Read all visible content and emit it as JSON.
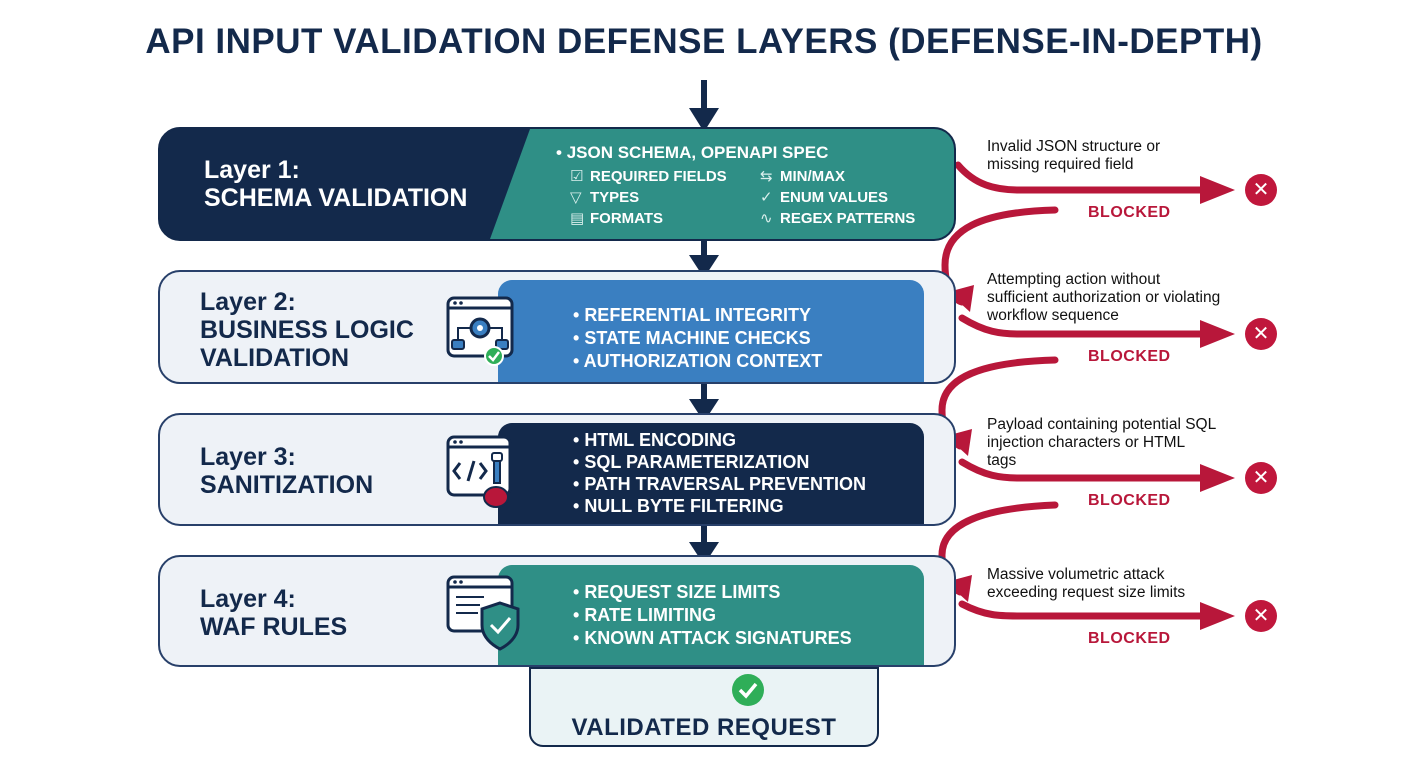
{
  "title": "API INPUT VALIDATION DEFENSE LAYERS (DEFENSE-IN-DEPTH)",
  "colors": {
    "navy": "#13294b",
    "teal": "#2f8f86",
    "blue": "#3a7fc1",
    "red": "#b8173a",
    "green": "#2fae58"
  },
  "layers": [
    {
      "name_line1": "Layer 1:",
      "name_line2": "SCHEMA VALIDATION",
      "bullets": [
        "JSON SCHEMA, OPENAPI SPEC"
      ],
      "features": [
        {
          "icon": "checkbox-icon",
          "label": "REQUIRED FIELDS"
        },
        {
          "icon": "range-arrows-icon",
          "label": "MIN/MAX"
        },
        {
          "icon": "filter-icon",
          "label": "TYPES"
        },
        {
          "icon": "check-circle-icon",
          "label": "ENUM VALUES"
        },
        {
          "icon": "document-icon",
          "label": "FORMATS"
        },
        {
          "icon": "regex-icon",
          "label": "REGEX PATTERNS"
        }
      ]
    },
    {
      "name_line1": "Layer 2:",
      "name_line2": "BUSINESS LOGIC",
      "name_line3": "VALIDATION",
      "icon": "workflow-gear-icon",
      "bullets": [
        "REFERENTIAL INTEGRITY",
        "STATE MACHINE CHECKS",
        "AUTHORIZATION CONTEXT"
      ]
    },
    {
      "name_line1": "Layer 3:",
      "name_line2": "SANITIZATION",
      "icon": "code-sanitizer-icon",
      "bullets": [
        "HTML ENCODING",
        "SQL PARAMETERIZATION",
        "PATH TRAVERSAL PREVENTION",
        "NULL BYTE FILTERING"
      ]
    },
    {
      "name_line1": "Layer 4:",
      "name_line2": "WAF RULES",
      "icon": "shield-check-icon",
      "bullets": [
        "REQUEST SIZE LIMITS",
        "RATE LIMITING",
        "KNOWN ATTACK SIGNATURES"
      ]
    }
  ],
  "final": {
    "label": "VALIDATED REQUEST",
    "icon": "check-circle-icon"
  },
  "blocks": [
    {
      "description": "Invalid JSON structure or missing required field",
      "label": "BLOCKED",
      "icon": "x-circle-icon"
    },
    {
      "description": "Attempting action without sufficient authorization or violating workflow sequence",
      "label": "BLOCKED",
      "icon": "x-circle-icon"
    },
    {
      "description": "Payload containing potential SQL injection characters or HTML tags",
      "label": "BLOCKED",
      "icon": "x-circle-icon"
    },
    {
      "description": "Massive volumetric attack exceeding request size limits",
      "label": "BLOCKED",
      "icon": "x-circle-icon"
    }
  ]
}
